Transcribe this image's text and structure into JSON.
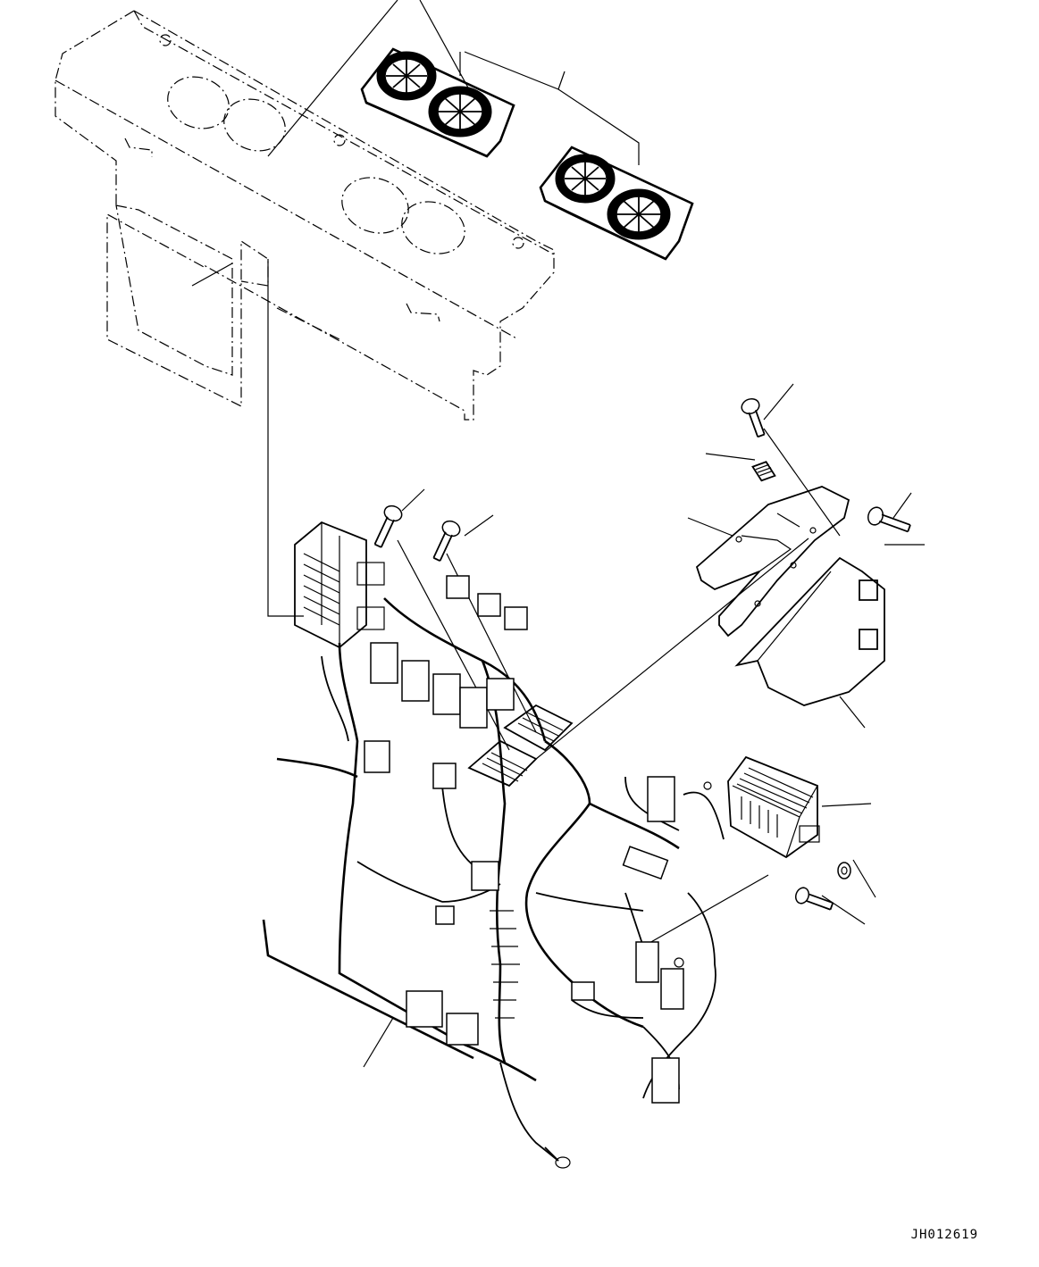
{
  "drawing": {
    "reference_code": "JH012619"
  },
  "parts": [
    {
      "name": "dashboard-panel",
      "kind": "dashed phantom"
    },
    {
      "name": "air-vent-assembly-upper"
    },
    {
      "name": "air-vent-assembly-lower"
    },
    {
      "name": "fuse-box"
    },
    {
      "name": "wiring-harness"
    },
    {
      "name": "mounting-bracket"
    },
    {
      "name": "cover-plate"
    },
    {
      "name": "controller-module"
    },
    {
      "name": "bolts"
    },
    {
      "name": "washer"
    },
    {
      "name": "ground-terminal"
    }
  ]
}
